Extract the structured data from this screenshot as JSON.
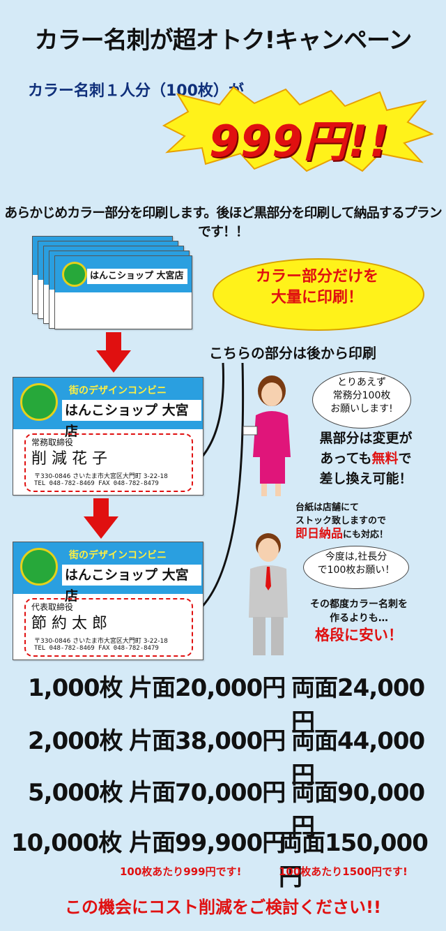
{
  "title": "カラー名刺が超オトク!キャンペーン",
  "subtitle": "カラー名刺１人分（100枚）が",
  "price_highlight": "999円!!",
  "description": "あらかじめカラー部分を印刷します。後ほど黒部分を印刷して納品するプランです！！",
  "callout": {
    "line1": "カラー部分だけを",
    "line2": "大量に印刷！"
  },
  "later_label": "こちらの部分は後から印刷",
  "card_brand": {
    "tagline": "街のデザインコンビニ",
    "shop_name": "はんこショップ 大宮店"
  },
  "card1": {
    "title": "常務取締役",
    "name": "削 減 花 子",
    "address": "〒330-0846 さいたま市大宮区大門町 3-22-18",
    "contact": "TEL 048-782-8469  FAX 048-782-8479"
  },
  "card2": {
    "title": "代表取締役",
    "name": "節 約 太 郎",
    "address": "〒330-0846 さいたま市大宮区大門町 3-22-18",
    "contact": "TEL 048-782-8469  FAX 048-782-8479"
  },
  "woman_bubble": {
    "l1": "とりあえず",
    "l2": "常務分100枚",
    "l3": "お願いします!"
  },
  "black_note": {
    "l1": "黒部分は変更が",
    "l2a": "あっても",
    "l2b": "無料",
    "l2c": "で",
    "l3": "差し換え可能！"
  },
  "stock_note": {
    "l1": "台紙は店舗にて",
    "l2": "ストック致しますので",
    "l3a": "即日納品",
    "l3b": "にも対応！"
  },
  "man_bubble": {
    "l1": "今度は,社長分",
    "l2": "で100枚お願い！"
  },
  "cheap_note": {
    "l1": "その都度カラー名刺を",
    "l2": "作るよりも…",
    "l3": "格段に安い！"
  },
  "prices": [
    {
      "qty": "1,000枚",
      "single": "片面20,000円",
      "double": "両面24,000円"
    },
    {
      "qty": "2,000枚",
      "single": "片面38,000円",
      "double": "両面44,000円"
    },
    {
      "qty": "5,000枚",
      "single": "片面70,000円",
      "double": "両面90,000円"
    },
    {
      "qty": "10,000枚",
      "single": "片面99,900円",
      "double": "両面150,000円"
    }
  ],
  "per100": {
    "single": "100枚あたり999円です!",
    "double": "100枚あたり1500円です!"
  },
  "closing": "この機会にコスト削減をご検討ください!!",
  "colors": {
    "accent_red": "#e01010",
    "card_blue": "#2a9fe0",
    "background": "#d5eaf7",
    "callout_yellow": "#fff21a"
  }
}
